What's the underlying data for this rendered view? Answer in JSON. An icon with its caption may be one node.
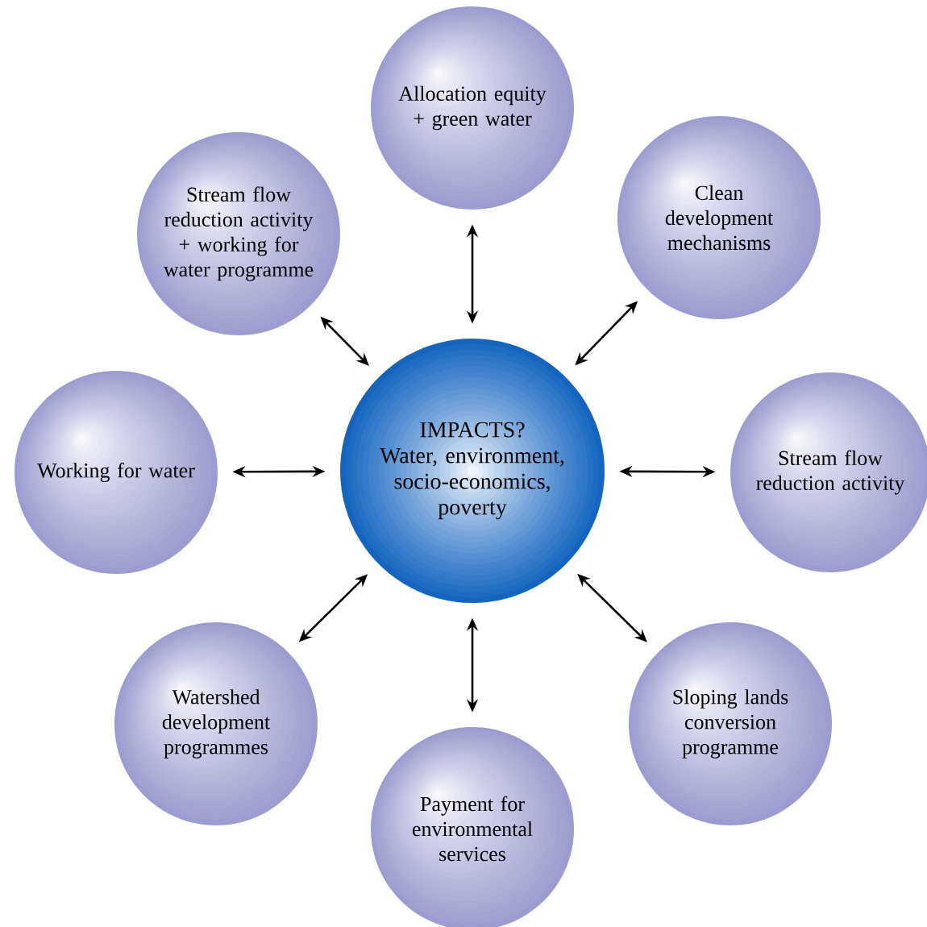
{
  "diagram": {
    "nodes": [
      {
        "text": [
          "IMPACTS?",
          "Water, environment, socio-economics, poverty"
        ]
      },
      {
        "text": [
          "Allocation equity + green water"
        ]
      },
      {
        "text": [
          "Clean development mechanisms"
        ]
      },
      {
        "text": [
          "Stream flow reduction activity"
        ]
      },
      {
        "text": [
          "Sloping lands conversion programme"
        ]
      },
      {
        "text": [
          "Payment for environmental services"
        ]
      },
      {
        "text": [
          "Watershed development programmes"
        ]
      },
      {
        "text": [
          "Working for water"
        ]
      },
      {
        "text": [
          "Stream flow reduction activity + working for water programme"
        ]
      }
    ],
    "edges": [
      {
        "from": 0,
        "to": 1,
        "arrow": "both"
      },
      {
        "from": 0,
        "to": 2,
        "arrow": "both"
      },
      {
        "from": 0,
        "to": 3,
        "arrow": "both"
      },
      {
        "from": 0,
        "to": 4,
        "arrow": "both"
      },
      {
        "from": 0,
        "to": 5,
        "arrow": "both"
      },
      {
        "from": 0,
        "to": 6,
        "arrow": "both"
      },
      {
        "from": 0,
        "to": 7,
        "arrow": "both"
      },
      {
        "from": 0,
        "to": 8,
        "arrow": "both"
      }
    ]
  }
}
